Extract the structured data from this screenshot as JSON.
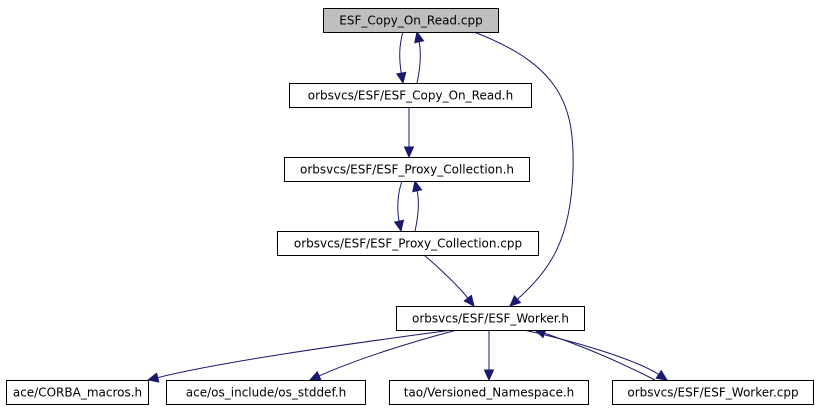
{
  "diagram": {
    "colors": {
      "edge": "#191970",
      "root_fill": "#bfbfbf",
      "node_fill": "#ffffff",
      "border": "#000000"
    },
    "nodes": [
      {
        "id": "esf-copy-on-read-cpp",
        "label": "ESF_Copy_On_Read.cpp",
        "root": true
      },
      {
        "id": "esf-copy-on-read-h",
        "label": "orbsvcs/ESF/ESF_Copy_On_Read.h"
      },
      {
        "id": "esf-proxy-collection-h",
        "label": "orbsvcs/ESF/ESF_Proxy_Collection.h"
      },
      {
        "id": "esf-proxy-collection-cpp",
        "label": "orbsvcs/ESF/ESF_Proxy_Collection.cpp"
      },
      {
        "id": "esf-worker-h",
        "label": "orbsvcs/ESF/ESF_Worker.h"
      },
      {
        "id": "corba-macros-h",
        "label": "ace/CORBA_macros.h"
      },
      {
        "id": "os-stddef-h",
        "label": "ace/os_include/os_stddef.h"
      },
      {
        "id": "versioned-namespace-h",
        "label": "tao/Versioned_Namespace.h"
      },
      {
        "id": "esf-worker-cpp",
        "label": "orbsvcs/ESF/ESF_Worker.cpp"
      }
    ],
    "edges": [
      {
        "from": "esf-copy-on-read-cpp",
        "to": "esf-copy-on-read-h"
      },
      {
        "from": "esf-copy-on-read-h",
        "to": "esf-copy-on-read-cpp"
      },
      {
        "from": "esf-copy-on-read-h",
        "to": "esf-proxy-collection-h"
      },
      {
        "from": "esf-proxy-collection-h",
        "to": "esf-proxy-collection-cpp"
      },
      {
        "from": "esf-proxy-collection-cpp",
        "to": "esf-proxy-collection-h"
      },
      {
        "from": "esf-proxy-collection-cpp",
        "to": "esf-worker-h"
      },
      {
        "from": "esf-copy-on-read-cpp",
        "to": "esf-worker-h"
      },
      {
        "from": "esf-worker-h",
        "to": "corba-macros-h"
      },
      {
        "from": "esf-worker-h",
        "to": "os-stddef-h"
      },
      {
        "from": "esf-worker-h",
        "to": "versioned-namespace-h"
      },
      {
        "from": "esf-worker-h",
        "to": "esf-worker-cpp"
      },
      {
        "from": "esf-worker-cpp",
        "to": "esf-worker-h"
      }
    ]
  }
}
